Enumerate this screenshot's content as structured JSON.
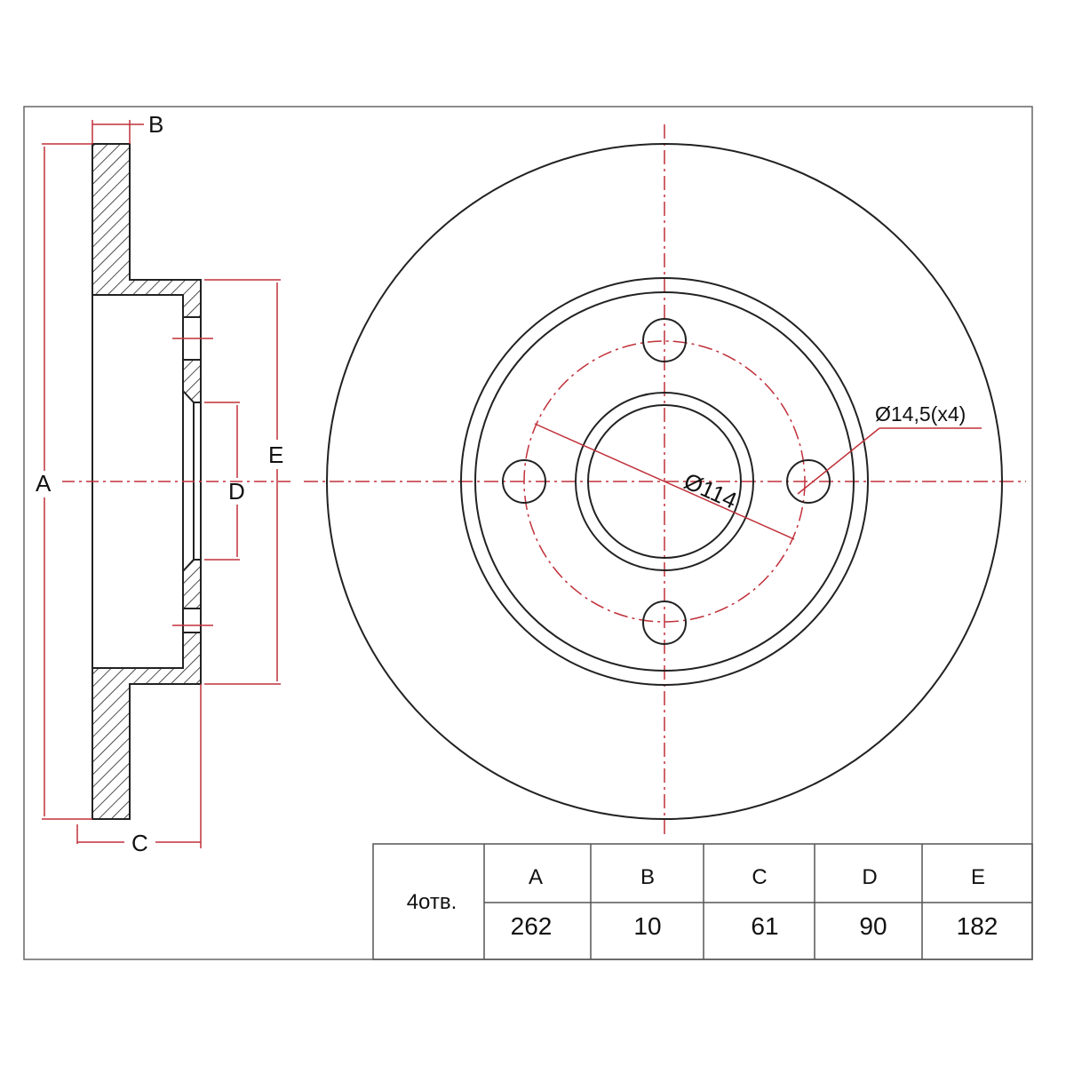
{
  "colors": {
    "line": "#222222",
    "dimension": "#c0303a",
    "frame": "#555555"
  },
  "side_view": {
    "labels": {
      "a": "A",
      "b": "B",
      "c": "C",
      "d": "D",
      "e": "E"
    }
  },
  "front_view": {
    "pcd_label": "Ø114",
    "hole_label": "Ø14,5(x4)"
  },
  "table": {
    "row_label": "4отв.",
    "headers": [
      "A",
      "B",
      "C",
      "D",
      "E"
    ],
    "values": [
      "262",
      "10",
      "61",
      "90",
      "182"
    ]
  }
}
